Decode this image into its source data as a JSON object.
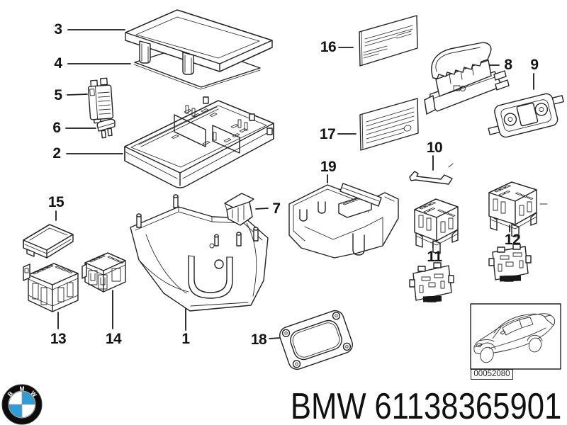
{
  "diagram": {
    "callouts": {
      "1": "1",
      "2": "2",
      "3": "3",
      "4": "4",
      "5": "5",
      "6": "6",
      "7": "7",
      "8": "8",
      "9": "9",
      "10": "10",
      "11": "11",
      "12": "12",
      "13": "13",
      "14": "14",
      "15": "15",
      "16": "16",
      "17": "17",
      "18": "18",
      "19": "19"
    },
    "ref_code": "00052080"
  },
  "footer": {
    "brand": "BMW",
    "part_number": "61138365901"
  },
  "logo": {
    "b": "B",
    "m": "M",
    "w": "W"
  },
  "colors": {
    "line": "#222222",
    "bmw_blue": "#2f9cd8",
    "background": "#ffffff"
  }
}
